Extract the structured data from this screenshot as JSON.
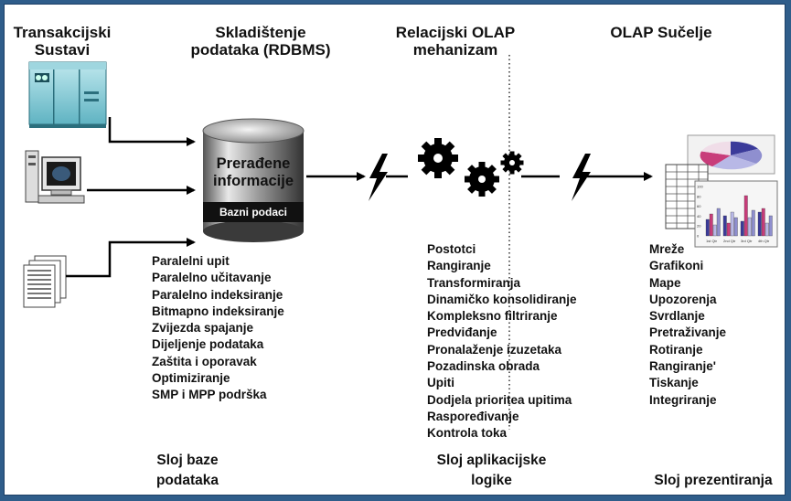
{
  "headers": {
    "transactional": [
      "Transakcijski",
      "Sustavi"
    ],
    "warehouse": [
      "Skladištenje",
      "podataka (RDBMS)"
    ],
    "rolap": [
      "Relacijski OLAP",
      "mehanizam"
    ],
    "interface": [
      "OLAP Sučelje"
    ]
  },
  "cylinder": {
    "label_line1": "Prerađene",
    "label_line2": "informacije",
    "band": "Bazni podaci"
  },
  "lists": {
    "database": [
      "Paralelni upit",
      "Paralelno učitavanje",
      "Paralelno indeksiranje",
      "Bitmapno indeksiranje",
      "Zvijezda spajanje",
      "Dijeljenje podataka",
      "Zaštita i oporavak",
      "Optimiziranje",
      "SMP i MPP podrška"
    ],
    "application": [
      "Postotci",
      "Rangiranje",
      "Transformiranja",
      "Dinamičko konsolidiranje",
      "Kompleksno filtriranje",
      "Predviđanje",
      "Pronalaženje izuzetaka",
      "Pozadinska obrada",
      "Upiti",
      "Dodjela prioritea upitima",
      "Raspoređivanje",
      "Kontrola toka"
    ],
    "presentation": [
      "Mreže",
      "Grafikoni",
      "Mape",
      "Upozorenja",
      "Svrdlanje",
      "Pretraživanje",
      "Rotiranje",
      "Rangiranje'",
      "Tiskanje",
      "Integriranje"
    ]
  },
  "footers": {
    "database": [
      "Sloj baze",
      "podataka"
    ],
    "application": [
      "Sloj aplikacijske",
      "logike"
    ],
    "presentation": [
      "Sloj prezentiranja"
    ]
  },
  "chart_thumbnail": {
    "categories": [
      "1st Qtr",
      "2nd Qtr",
      "3rd Qtr",
      "4th Qtr"
    ],
    "ticks": [
      "100",
      "80",
      "60",
      "40",
      "20",
      "0"
    ]
  }
}
